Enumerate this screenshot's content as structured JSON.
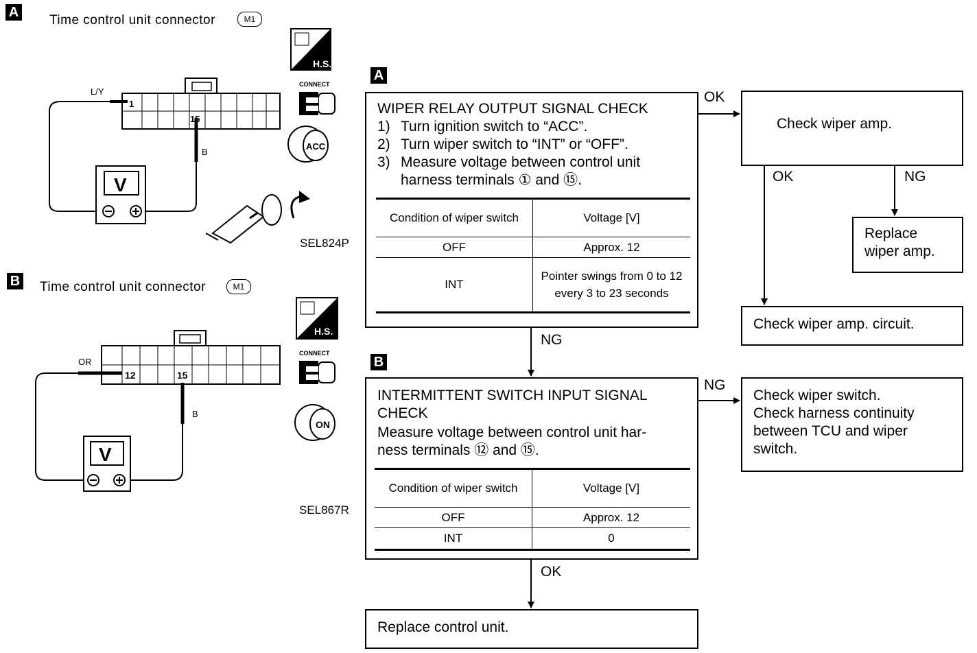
{
  "panel_a": {
    "badge": "A",
    "connector_label": "Time control unit connector",
    "connector_code": "M1",
    "wire_left": "L/Y",
    "wire_right": "B",
    "pin_left": "1",
    "pin_right": "15",
    "meter": "V",
    "hs_label": "H.S.",
    "connect_label": "CONNECT",
    "key_label": "ACC",
    "figure_code": "SEL824P"
  },
  "panel_b": {
    "badge": "B",
    "connector_label": "Time control unit connector",
    "connector_code": "M1",
    "wire_left": "OR",
    "wire_right": "B",
    "pin_left": "12",
    "pin_right": "15",
    "meter": "V",
    "hs_label": "H.S.",
    "connect_label": "CONNECT",
    "key_label": "ON",
    "figure_code": "SEL867R"
  },
  "step_a": {
    "badge": "A",
    "title": "WIPER RELAY OUTPUT SIGNAL CHECK",
    "lines": [
      {
        "num": "1)",
        "text": "Turn ignition switch to “ACC”."
      },
      {
        "num": "2)",
        "text": "Turn wiper switch to “INT” or “OFF”."
      },
      {
        "num": "3)",
        "text": "Measure voltage between control unit"
      }
    ],
    "line4": "harness terminals ① and ⑮.",
    "table": {
      "headers": [
        "Condition of wiper switch",
        "Voltage [V]"
      ],
      "rows": [
        [
          "OFF",
          "Approx. 12"
        ],
        [
          "INT",
          "Pointer swings from 0 to 12 every 3 to 23 seconds"
        ]
      ]
    }
  },
  "step_b": {
    "badge": "B",
    "title1": "INTERMITTENT SWITCH INPUT SIGNAL",
    "title2": "CHECK",
    "line1": "Measure voltage between control unit har-",
    "line2": "ness terminals ⑫ and ⑮.",
    "table": {
      "headers": [
        "Condition of wiper switch",
        "Voltage [V]"
      ],
      "rows": [
        [
          "OFF",
          "Approx. 12"
        ],
        [
          "INT",
          "0"
        ]
      ]
    }
  },
  "boxes": {
    "check_wiper_amp": "Check wiper amp.",
    "replace_wiper_amp_1": "Replace",
    "replace_wiper_amp_2": "wiper amp.",
    "check_wiper_amp_circuit": "Check wiper amp. circuit.",
    "check_wiper_switch_1": "Check wiper switch.",
    "check_wiper_switch_2": "Check harness continuity",
    "check_wiper_switch_3": "between TCU and wiper",
    "check_wiper_switch_4": "switch.",
    "replace_control_unit": "Replace control unit."
  },
  "flow_labels": {
    "a_ok": "OK",
    "a_ng": "NG",
    "amp_ok": "OK",
    "amp_ng": "NG",
    "b_ng": "NG",
    "b_ok": "OK"
  }
}
